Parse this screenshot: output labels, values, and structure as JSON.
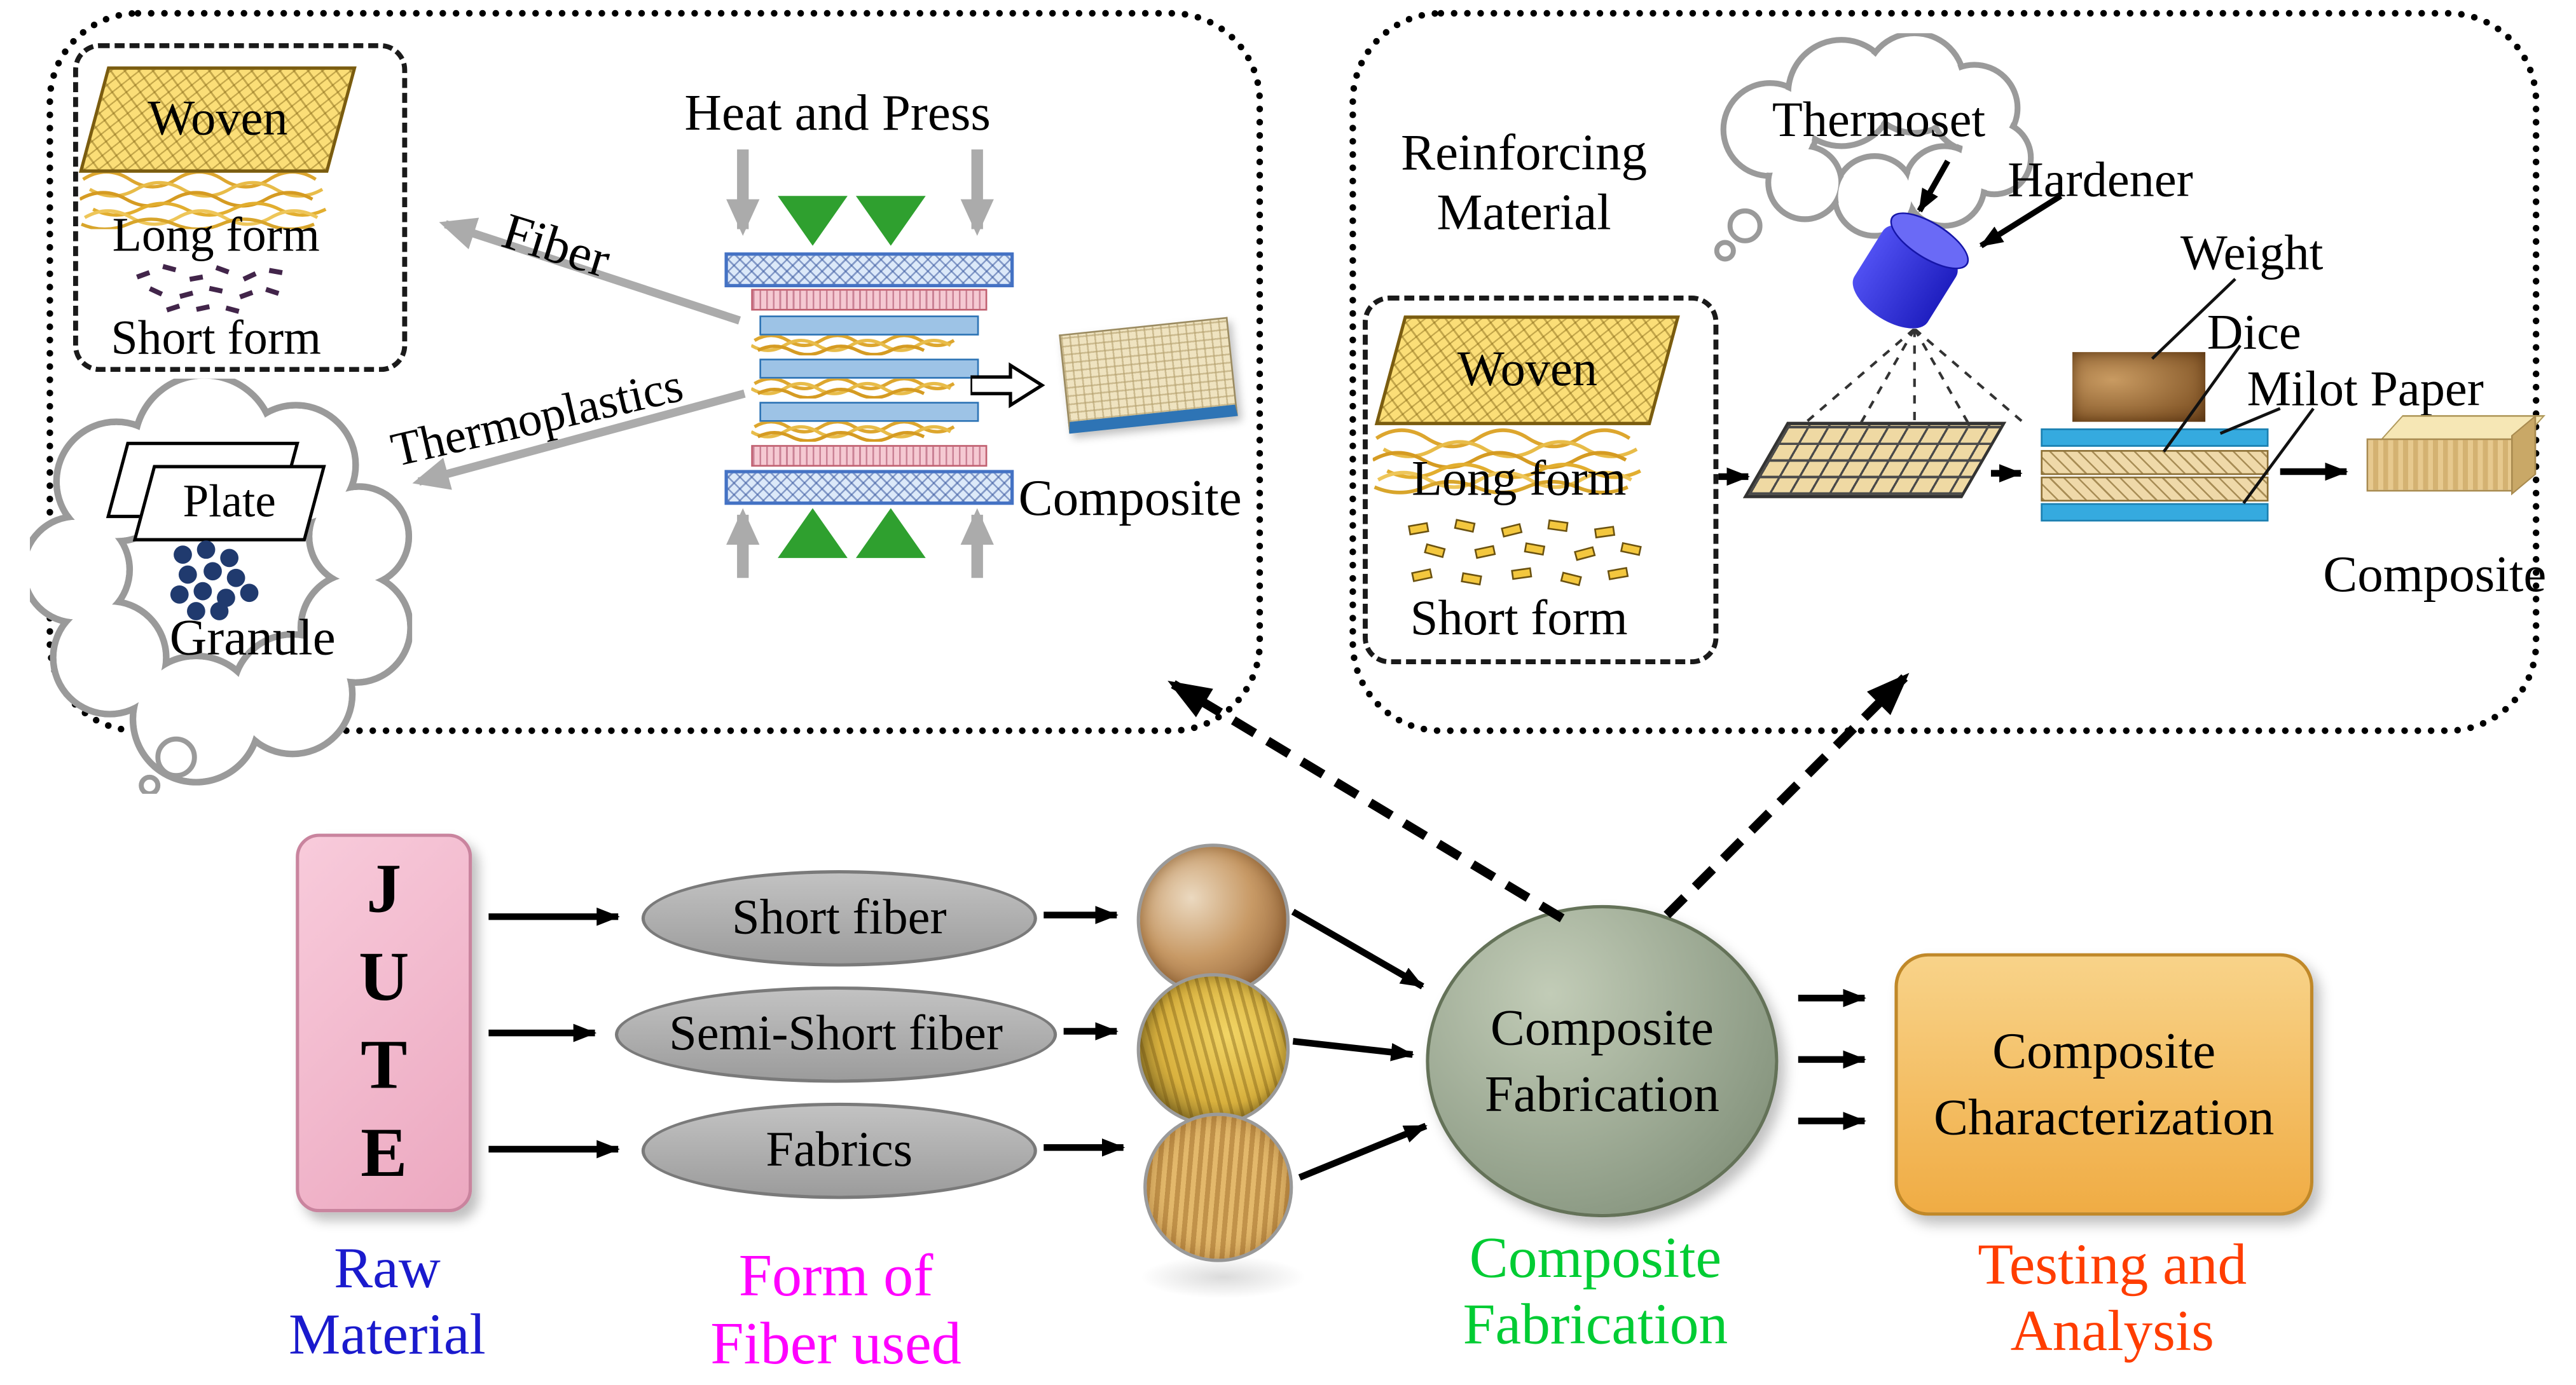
{
  "left_panel": {
    "woven_label": "Woven",
    "long_form_label": "Long form",
    "short_form_label": "Short form",
    "fiber_arrow_label": "Fiber",
    "thermoplastics_arrow_label": "Thermoplastics",
    "plate_label": "Plate",
    "granule_label": "Granule",
    "heat_and_press_label": "Heat and Press",
    "composite_label": "Composite"
  },
  "right_panel": {
    "reinforcing_material_label": "Reinforcing Material",
    "thermoset_label": "Thermoset",
    "hardener_label": "Hardener",
    "woven_label": "Woven",
    "long_form_label": "Long form",
    "short_form_label": "Short form",
    "weight_label": "Weight",
    "dice_label": "Dice",
    "milot_paper_label": "Milot Paper",
    "composite_label": "Composite"
  },
  "flow": {
    "jute_letters": [
      "J",
      "U",
      "T",
      "E"
    ],
    "fiber_forms": [
      "Short fiber",
      "Semi-Short fiber",
      "Fabrics"
    ],
    "fabrication_node_label": "Composite Fabrication",
    "characterization_node_label": "Composite Characterization",
    "caption_raw_material": "Raw Material",
    "caption_form_of_fiber": "Form of Fiber used",
    "caption_composite_fabrication": "Composite Fabrication",
    "caption_testing_analysis": "Testing and Analysis"
  },
  "colors": {
    "raw_material_caption": "#1A1ACD",
    "form_caption": "#FF00FF",
    "fabrication_caption": "#00CC33",
    "testing_caption": "#FF3D00",
    "woven_fill": "#FBDE77",
    "jute_fill": "#F2B9CC",
    "ellipse_fill": "#A8A8A8",
    "fabrication_node_fill": "#8E9C86",
    "characterization_fill": "#F3B95F",
    "hardener_cylinder": "#2B2BE0",
    "press_triangle_green": "#2FA02F"
  }
}
